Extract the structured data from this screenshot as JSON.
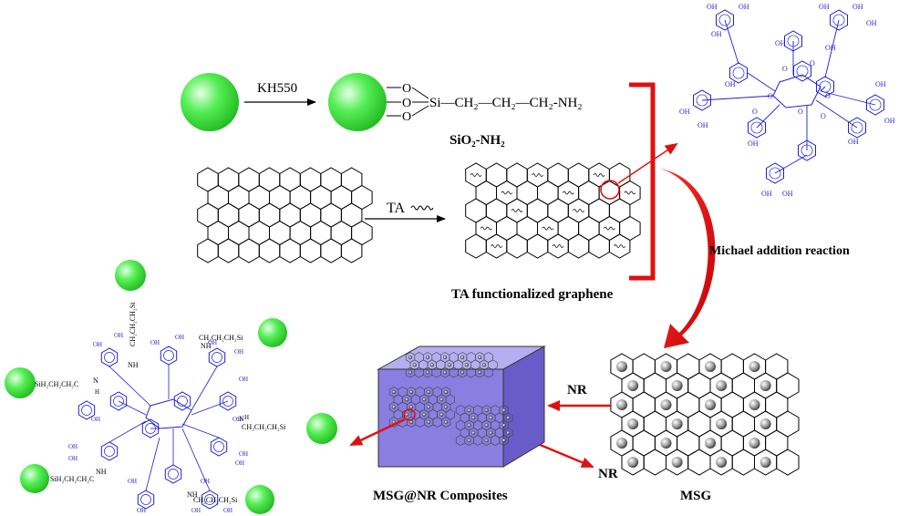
{
  "labels": {
    "kh550": "KH550",
    "sio2_nh2": "SiO₂-NH₂",
    "ta": "TA",
    "ta_graphene": "TA functionalized graphene",
    "michael": "Michael addition reaction",
    "nr_top": "NR",
    "nr_bottom": "NR",
    "msg": "MSG",
    "composite": "MSG@NR Composites"
  },
  "silane_chain": "Si—CH₂—CH₂—CH₂-NH₂",
  "oxygen": "O",
  "ta_hydroxyl": "OH",
  "ta_ester_o": "O",
  "chain_labels": [
    "CH₂CH₂CH₂Si",
    "CH₂CH₂CH₂Si",
    "SiH₂CH₂CH₂C",
    "CH₂CH₂CH₂Si",
    "SiH₂CH₂CH₂C",
    "CH₂CH₂CH₂Si"
  ],
  "nh_label": "NH",
  "n_label": "N",
  "h_label": "H",
  "colors": {
    "sphere": "#33dd33",
    "sphere_light": "#ccffcc",
    "red": "#e01010",
    "blue": "#1f1fd0",
    "cube_front": "#8a7ee0",
    "cube_top": "#b6aef0",
    "cube_side": "#6a5cc8"
  }
}
